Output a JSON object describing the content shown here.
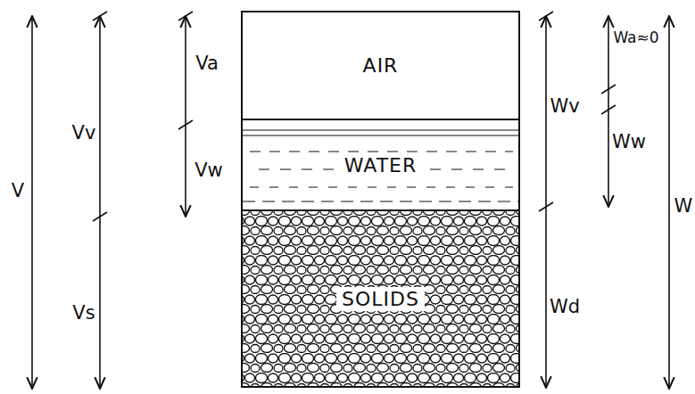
{
  "diagram": {
    "nodes": [
      {
        "text": [
          "AIR"
        ]
      },
      {
        "text": [
          "WATER"
        ]
      },
      {
        "text": [
          "SOLIDS"
        ]
      }
    ],
    "labels": [
      "V",
      "Vv",
      "Va",
      "Vw",
      "Vs",
      "Wv",
      "Wa≈0",
      "Ww",
      "Wd",
      "W"
    ]
  }
}
